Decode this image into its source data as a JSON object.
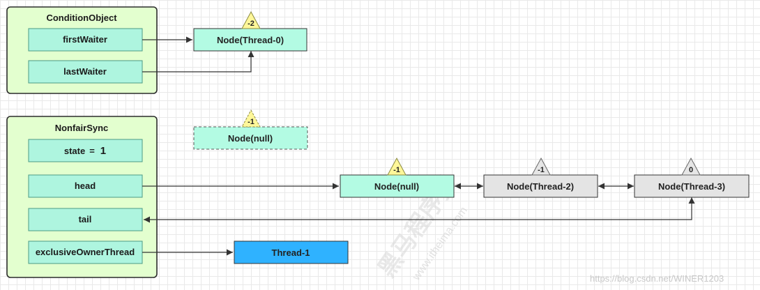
{
  "colors": {
    "group_fill": "#e3ffcf",
    "group_stroke": "#2b2b2b",
    "field_fill": "#aef5df",
    "field_stroke": "#4c9a85",
    "node_fill": "#b3fbe3",
    "node_gray_fill": "#e4e4e4",
    "thread_fill": "#2fb2ff",
    "triangle_yellow": "#fff799",
    "triangle_gray": "#e6e6e6",
    "arrow": "#333333"
  },
  "condition_object": {
    "title": "ConditionObject",
    "fields": [
      "firstWaiter",
      "lastWaiter"
    ]
  },
  "nonfair_sync": {
    "title": "NonfairSync",
    "state_label": "state",
    "state_eq": "=",
    "state_value": "1",
    "fields": [
      "head",
      "tail",
      "exclusiveOwnerThread"
    ]
  },
  "nodes": {
    "thread0": {
      "label": "Node(Thread-0)",
      "status": "-2"
    },
    "removed_null": {
      "label": "Node(null)",
      "status": "-1"
    },
    "head_null": {
      "label": "Node(null)",
      "status": "-1"
    },
    "thread2": {
      "label": "Node(Thread-2)",
      "status": "-1"
    },
    "thread3": {
      "label": "Node(Thread-3)",
      "status": "0"
    }
  },
  "thread1": {
    "label": "Thread-1"
  },
  "watermark": {
    "text": "黑马程序员",
    "url": "www.itheima.com"
  },
  "credit": "https://blog.csdn.net/WINER1203"
}
